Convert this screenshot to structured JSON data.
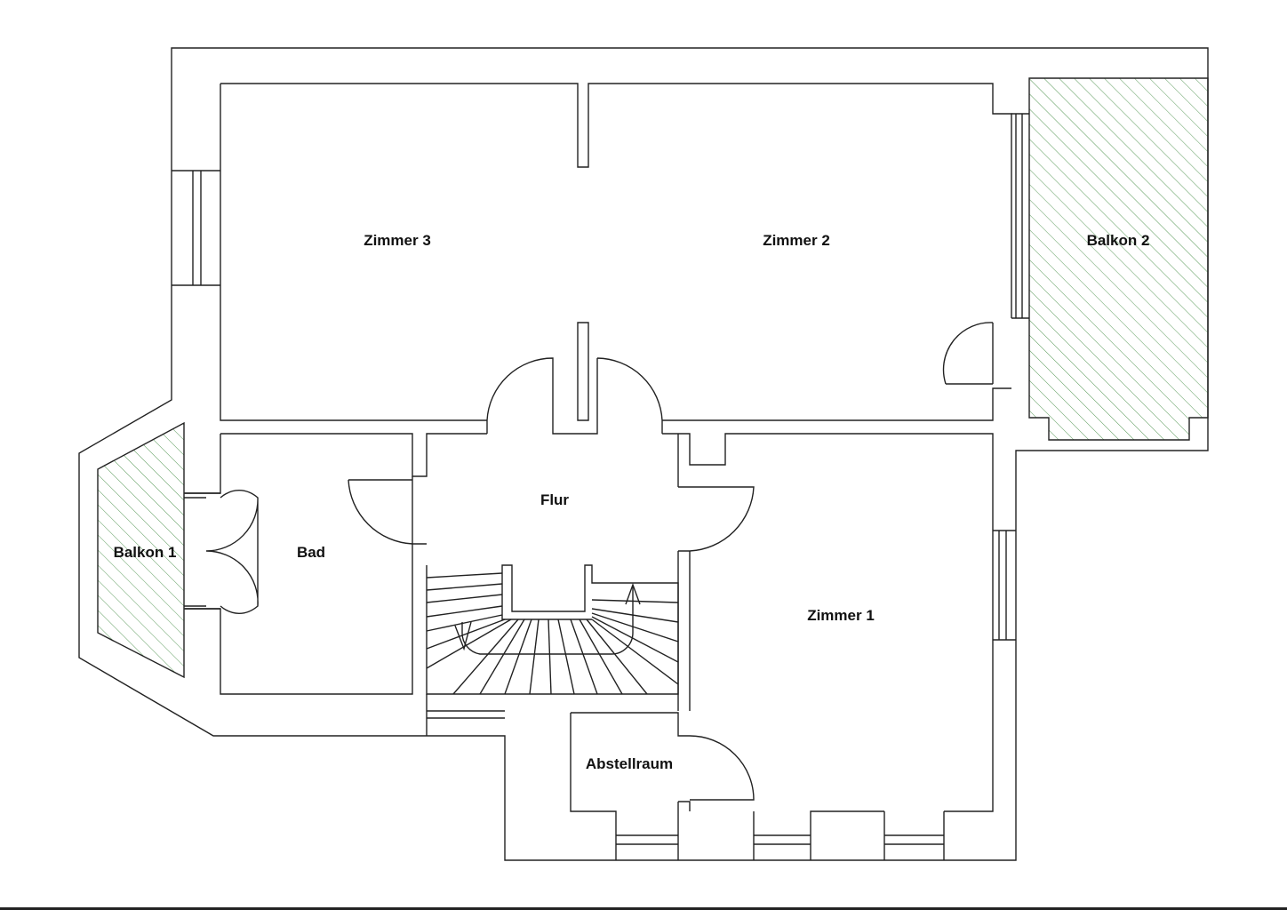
{
  "colors": {
    "line": "#222222",
    "hatch": "#5a9a5a",
    "background": "#ffffff"
  },
  "rooms": {
    "zimmer_3": "Zimmer 3",
    "zimmer_2": "Zimmer 2",
    "zimmer_1": "Zimmer 1",
    "balkon_1": "Balkon 1",
    "balkon_2": "Balkon 2",
    "flur": "Flur",
    "bad": "Bad",
    "abstellraum": "Abstellraum"
  }
}
